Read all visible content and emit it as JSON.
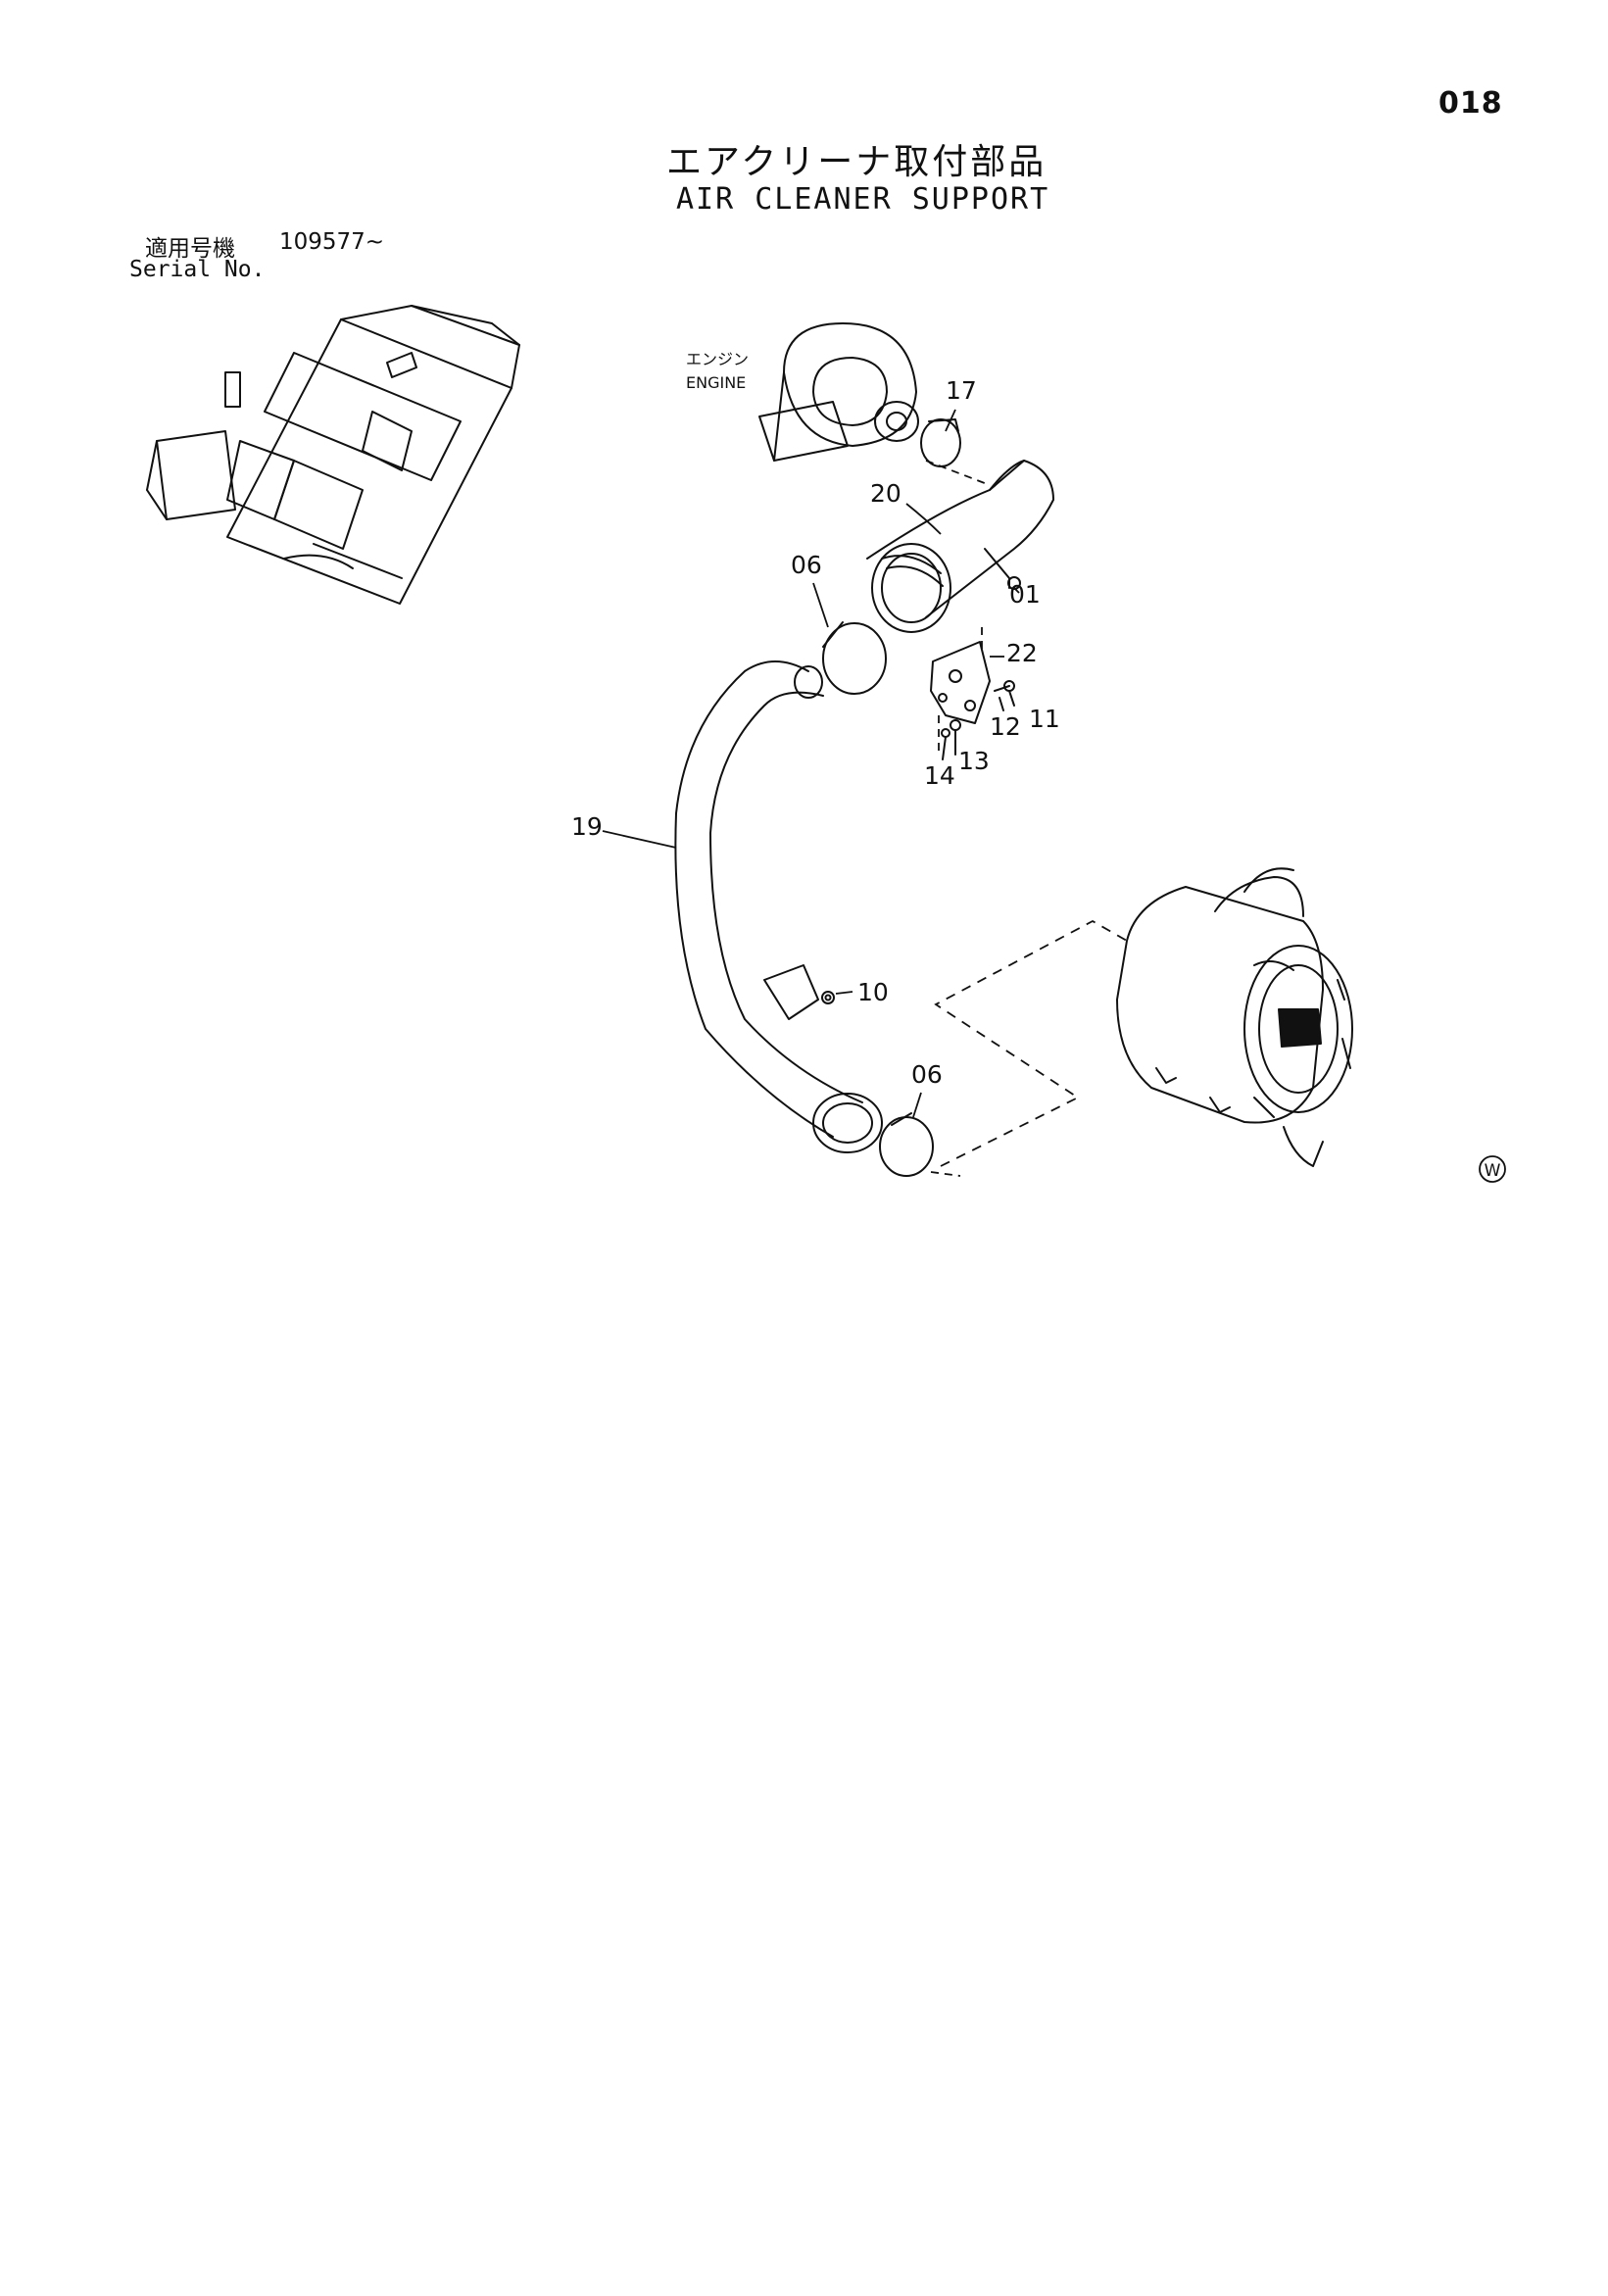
{
  "header": {
    "page_number": "018",
    "title_jp": "エアクリーナ取付部品",
    "title_en": "AIR CLEANER SUPPORT"
  },
  "serial": {
    "label_jp": "適用号機",
    "label_en": "Serial No.",
    "value": "109577~"
  },
  "diagram": {
    "engine_label_jp": "エンジン",
    "engine_label_en": "ENGINE",
    "callouts": {
      "p17": "17",
      "p20": "20",
      "p06a": "06",
      "p01": "01",
      "p22": "22",
      "p12": "12",
      "p11": "11",
      "p14": "14",
      "p13": "13",
      "p19": "19",
      "p10": "10",
      "p06b": "06"
    },
    "mark": "W"
  }
}
